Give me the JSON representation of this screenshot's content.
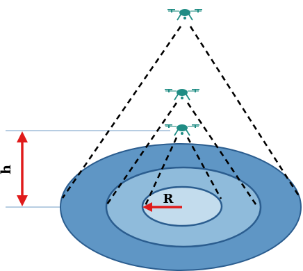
{
  "labels": {
    "height": "h",
    "radius": "R"
  },
  "colors": {
    "disk_outer": "#5f96c5",
    "disk_middle": "#8fbbdb",
    "disk_inner": "#c3dced",
    "disk_stroke": "#2b5d8f",
    "arrow": "#e01b1b",
    "beam": "#000000",
    "drone": "#1f8c84",
    "guide_line": "#6f9bc4"
  },
  "drones": [
    {
      "name": "drone-top"
    },
    {
      "name": "drone-middle"
    },
    {
      "name": "drone-bottom"
    }
  ]
}
